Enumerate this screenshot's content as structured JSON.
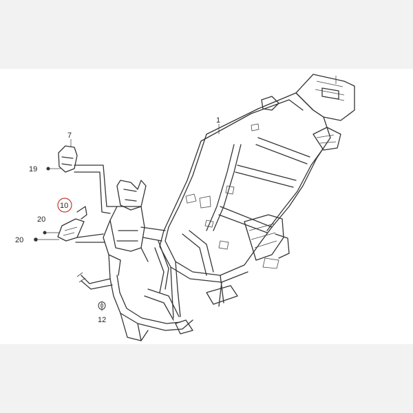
{
  "diagram": {
    "accent_color": "#c0392b",
    "callouts": [
      {
        "id": "c1",
        "label": "1"
      },
      {
        "id": "c7",
        "label": "7"
      },
      {
        "id": "c19",
        "label": "19"
      },
      {
        "id": "c10",
        "label": "10",
        "highlighted": true
      },
      {
        "id": "c20a",
        "label": "20"
      },
      {
        "id": "c20b",
        "label": "20"
      },
      {
        "id": "c12",
        "label": "12"
      }
    ]
  }
}
